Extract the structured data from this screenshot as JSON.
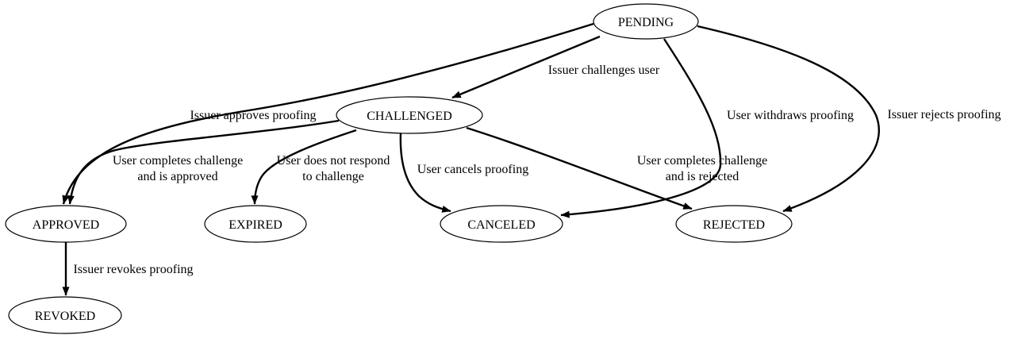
{
  "diagram": {
    "type": "state-transition-diagram",
    "background_color": "#ffffff",
    "stroke_color": "#000000",
    "nodes": {
      "pending": {
        "label": "PENDING"
      },
      "challenged": {
        "label": "CHALLENGED"
      },
      "approved": {
        "label": "APPROVED"
      },
      "expired": {
        "label": "EXPIRED"
      },
      "canceled": {
        "label": "CANCELED"
      },
      "rejected": {
        "label": "REJECTED"
      },
      "revoked": {
        "label": "REVOKED"
      }
    },
    "edges": {
      "pending_challenged": {
        "from": "PENDING",
        "to": "CHALLENGED",
        "label": "Issuer challenges user"
      },
      "pending_approved": {
        "from": "PENDING",
        "to": "APPROVED",
        "label": "Issuer approves proofing"
      },
      "pending_canceled": {
        "from": "PENDING",
        "to": "CANCELED",
        "label": "User withdraws proofing"
      },
      "pending_rejected": {
        "from": "PENDING",
        "to": "REJECTED",
        "label": "Issuer rejects proofing"
      },
      "challenged_approved": {
        "from": "CHALLENGED",
        "to": "APPROVED",
        "lines": [
          "User completes challenge",
          "and is approved"
        ]
      },
      "challenged_expired": {
        "from": "CHALLENGED",
        "to": "EXPIRED",
        "lines": [
          "User does not respond",
          "to challenge"
        ]
      },
      "challenged_canceled": {
        "from": "CHALLENGED",
        "to": "CANCELED",
        "label": "User cancels proofing"
      },
      "challenged_rejected": {
        "from": "CHALLENGED",
        "to": "REJECTED",
        "lines": [
          "User completes challenge",
          "and is rejected"
        ]
      },
      "approved_revoked": {
        "from": "APPROVED",
        "to": "REVOKED",
        "label": "Issuer revokes proofing"
      }
    }
  }
}
